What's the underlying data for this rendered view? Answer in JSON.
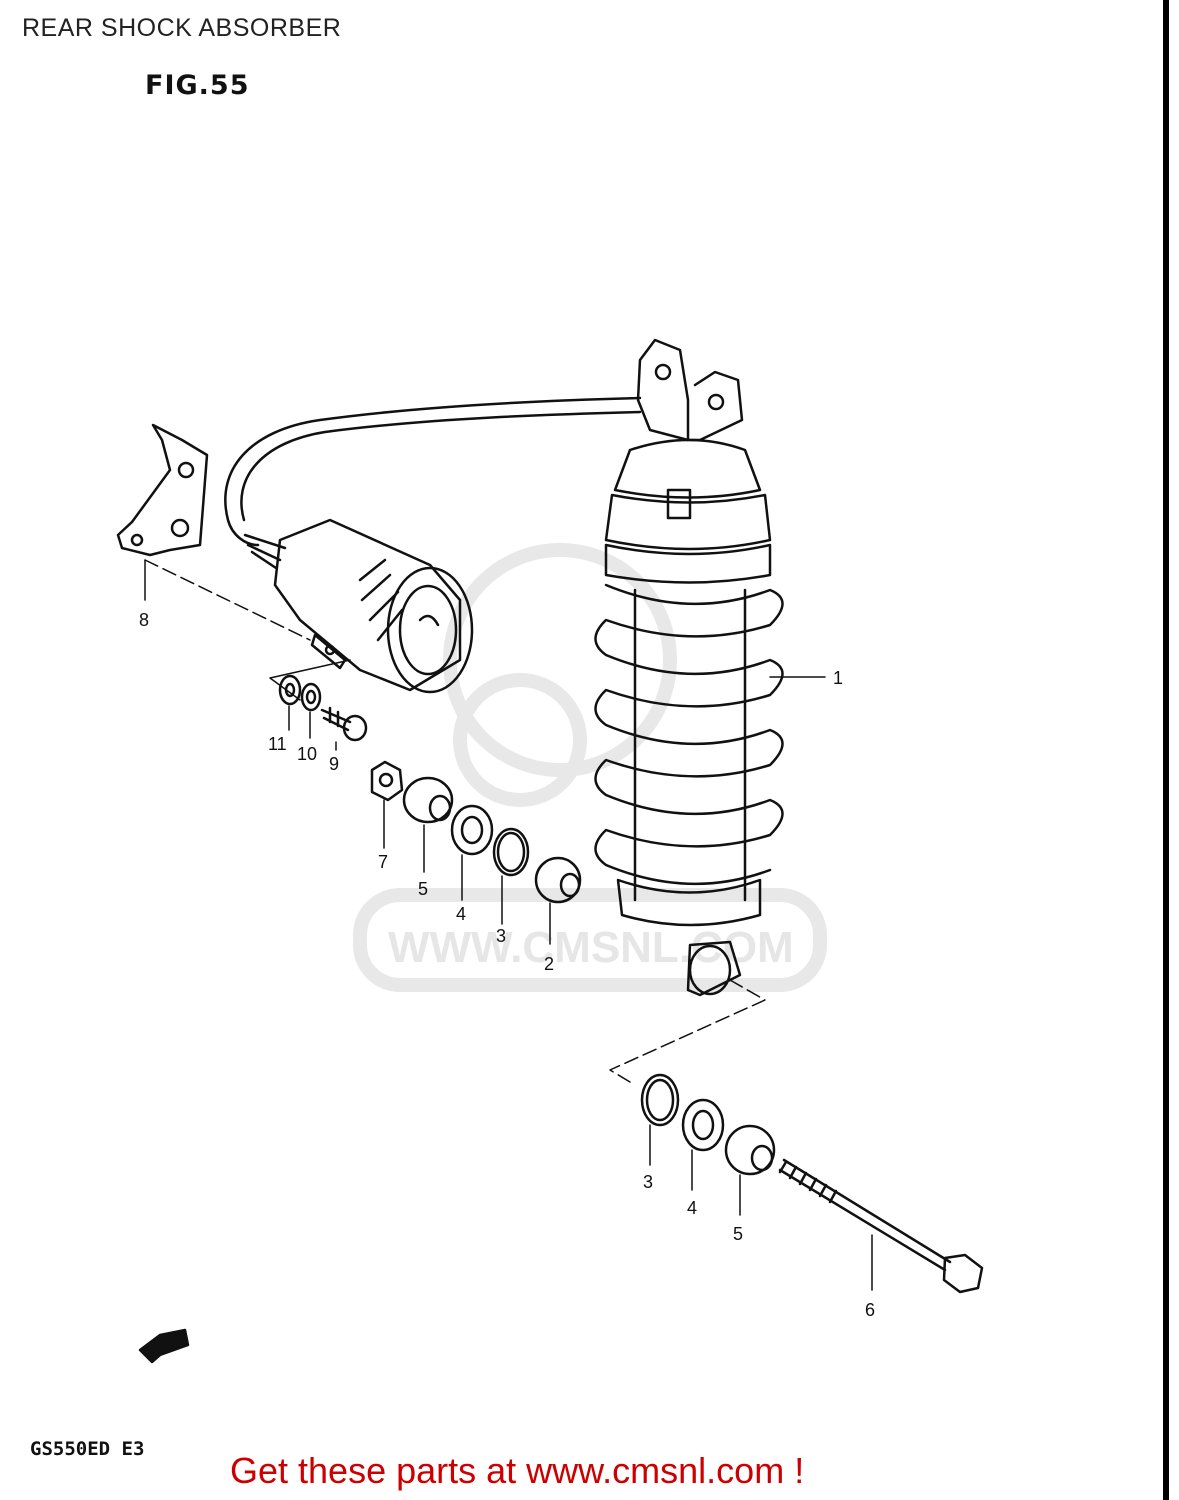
{
  "page": {
    "title": "REAR SHOCK ABSORBER"
  },
  "figure": {
    "label": "FIG.55",
    "model_code": "GS550ED  E3"
  },
  "watermark": {
    "text": "WWW.CMSNL.COM"
  },
  "promo": {
    "text": "Get these parts at www.cmsnl.com !",
    "color": "#cc0000"
  },
  "callouts": [
    {
      "id": "c1",
      "text": "1"
    },
    {
      "id": "c2",
      "text": "2"
    },
    {
      "id": "c3a",
      "text": "3"
    },
    {
      "id": "c4a",
      "text": "4"
    },
    {
      "id": "c5a",
      "text": "5"
    },
    {
      "id": "c7",
      "text": "7"
    },
    {
      "id": "c8",
      "text": "8"
    },
    {
      "id": "c9",
      "text": "9"
    },
    {
      "id": "c10",
      "text": "10"
    },
    {
      "id": "c11",
      "text": "11"
    },
    {
      "id": "c3b",
      "text": "3"
    },
    {
      "id": "c4b",
      "text": "4"
    },
    {
      "id": "c5b",
      "text": "5"
    },
    {
      "id": "c6",
      "text": "6"
    }
  ],
  "icons": {
    "fwd_arrow": "fwd-arrow-icon",
    "reservoir_dial": "adjuster-dial-icon"
  }
}
